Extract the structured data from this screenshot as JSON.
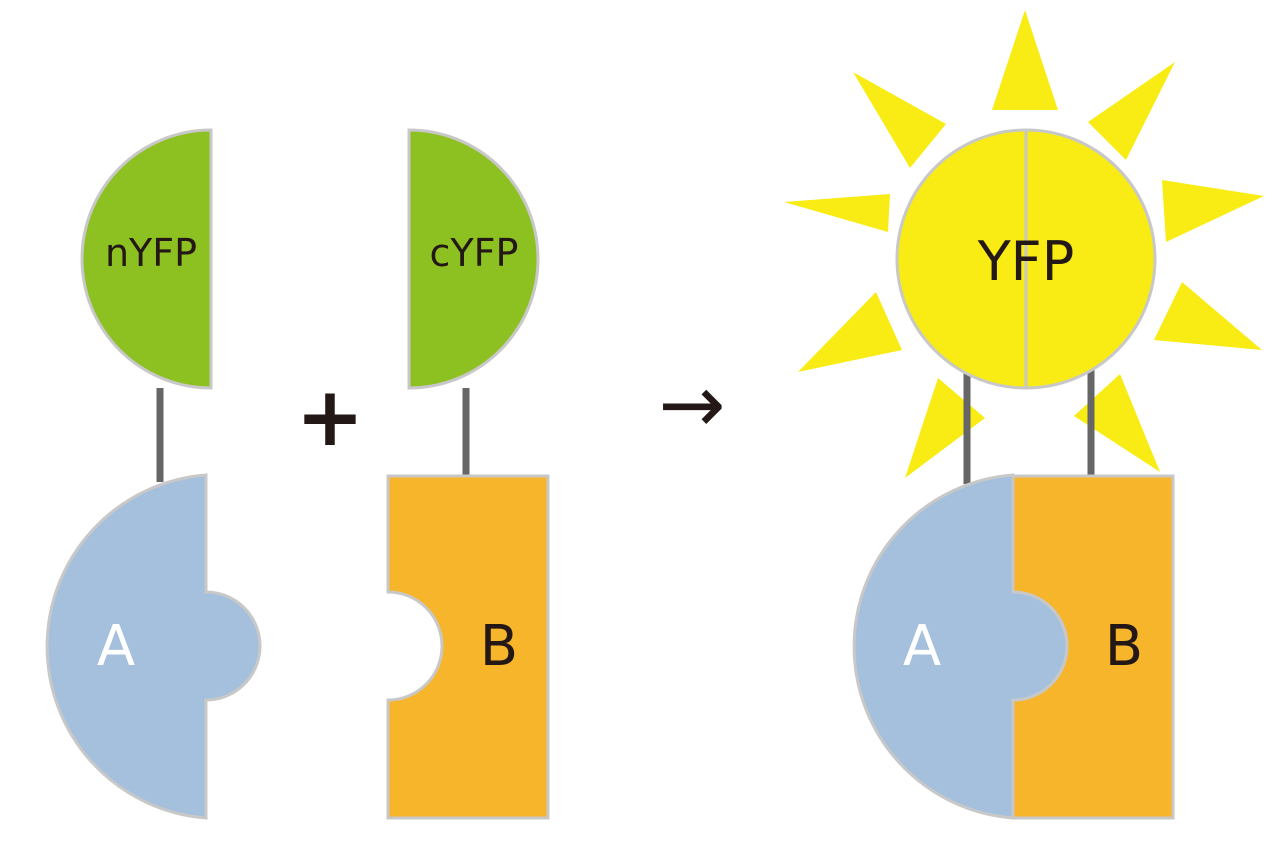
{
  "labels": {
    "nyfp": "nYFP",
    "cyfp": "cYFP",
    "protein_a_left": "A",
    "protein_b_left": "B",
    "plus": "+",
    "arrow": "→",
    "yfp": "YFP",
    "protein_a_right": "A",
    "protein_b_right": "B"
  },
  "colors": {
    "fragment_green": "#8DC021",
    "protein_a_blue": "#A5C0DD",
    "protein_b_orange": "#F7B52C",
    "yfp_yellow": "#F8EC14",
    "outline_gray": "#C8C8C8",
    "linker_gray": "#666666",
    "text_dark": "#231815",
    "text_white": "#ffffff"
  }
}
